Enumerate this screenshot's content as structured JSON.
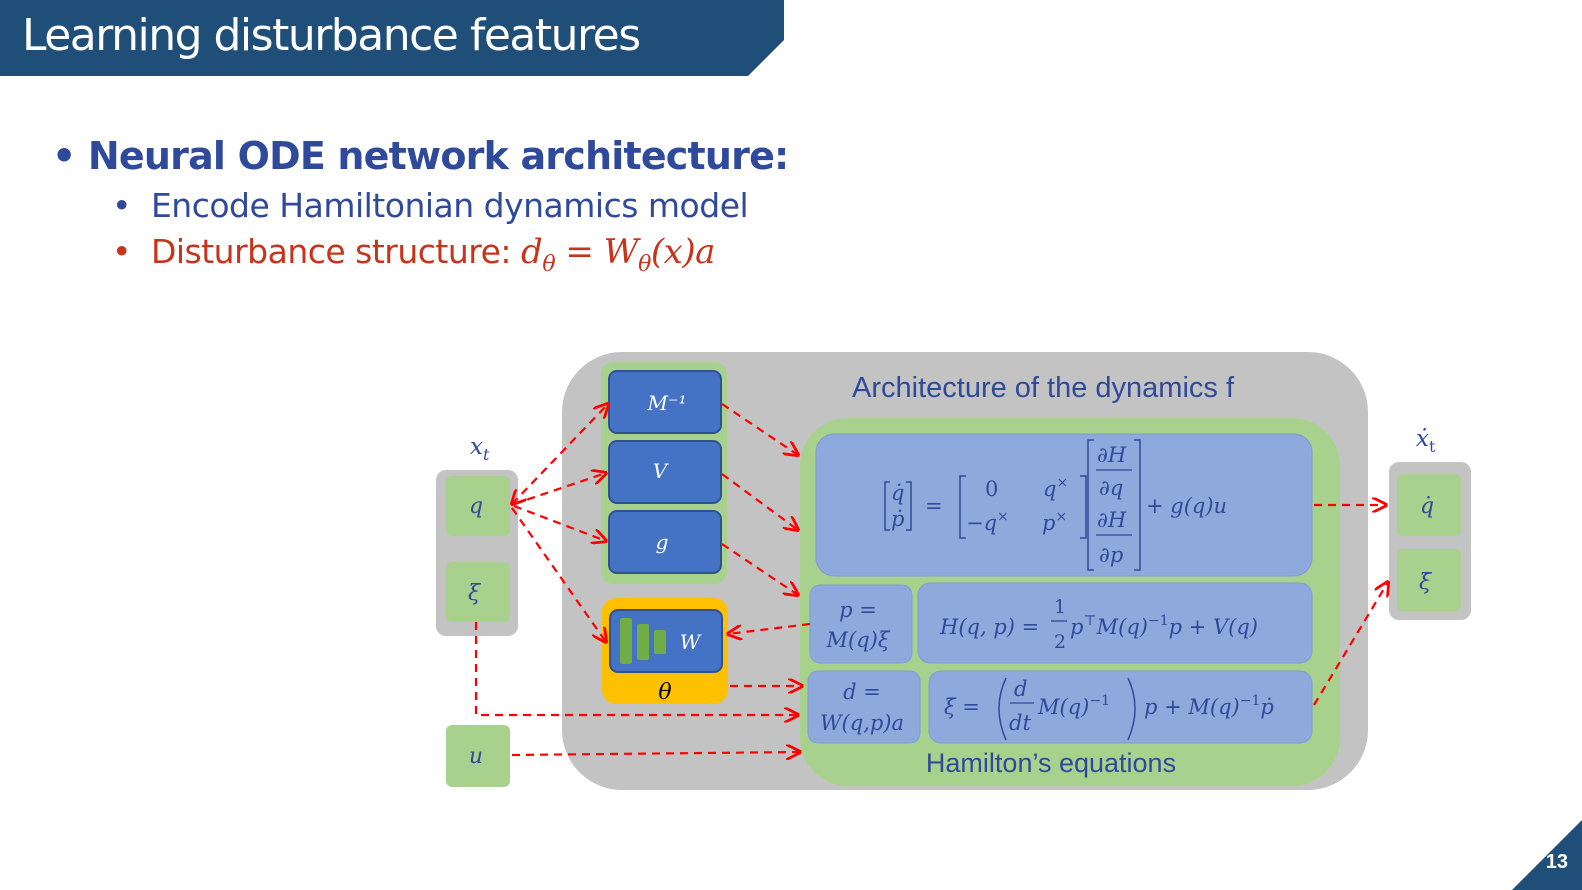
{
  "header": {
    "title": "Learning disturbance features"
  },
  "bullets": {
    "main": "Neural ODE network architecture:",
    "sub1": "Encode Hamiltonian dynamics model",
    "sub2_prefix": "Disturbance structure: ",
    "sub2_formula": "dθ = Wθ(x)a"
  },
  "diagram": {
    "arch_title": "Architecture of the dynamics f",
    "hamilton_label": "Hamilton’s equations",
    "input_label": "x_t",
    "output_label": "ẋ_t",
    "inputs": [
      "q",
      "ξ"
    ],
    "control": "u",
    "outputs": [
      "q̇",
      "ξ̇"
    ],
    "networks": [
      "M⁻¹",
      "V",
      "g"
    ],
    "w_label": "W",
    "theta_label": "θ",
    "p_eq": [
      "p =",
      "M(q)ξ"
    ],
    "d_eq": [
      "d =",
      "W(q,p)a"
    ],
    "hamiltonian_eq": "H(q,p) = ½ pᵀM(q)⁻¹p + V(q)",
    "xi_dot_eq": "ξ̇ = (d/dt M(q)⁻¹) p + M(q)⁻¹ṗ",
    "main_eq": "[q̇; ṗ] = [0 q×; −q× p×][∂H/∂q; ∂H/∂p] + g(q)u"
  },
  "page": {
    "number": "13"
  },
  "colors": {
    "banner": "#1f4e79",
    "bullet_blue": "#2f4a9b",
    "bullet_red": "#c8331b",
    "gray_panel": "#c3c3c3",
    "green_panel": "#a9d18e",
    "blue_box": "#4472c4",
    "light_blue_box": "#8ea9db",
    "yellow": "#ffc000",
    "arrow_red": "#ff0000"
  }
}
